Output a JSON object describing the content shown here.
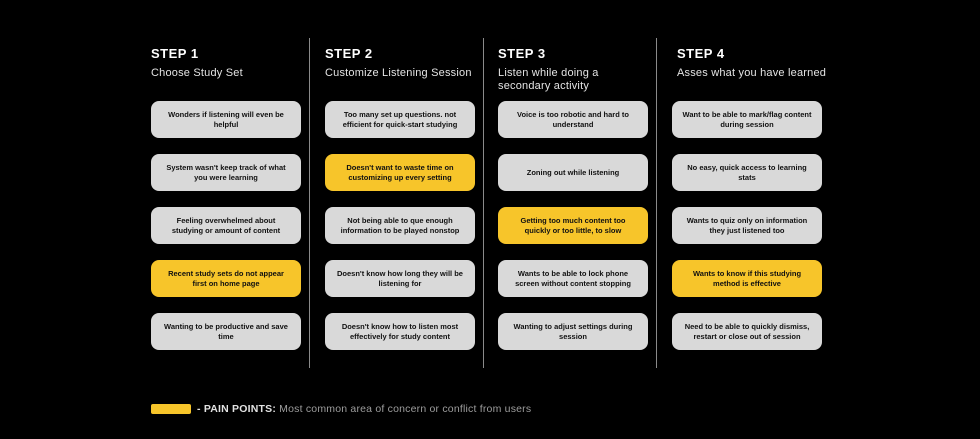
{
  "steps": [
    {
      "label": "STEP 1",
      "title": "Choose Study Set",
      "cards": [
        {
          "text": "Wonders if listening will even be helpful",
          "pain": false
        },
        {
          "text": "System wasn't keep track of what you were learning",
          "pain": false
        },
        {
          "text": "Feeling overwhelmed about studying or amount of content",
          "pain": false
        },
        {
          "text": "Recent study sets do not appear first on home page",
          "pain": true
        },
        {
          "text": "Wanting to be productive and save time",
          "pain": false
        }
      ]
    },
    {
      "label": "STEP 2",
      "title": "Customize Listening Session",
      "cards": [
        {
          "text": "Too many set up questions. not efficient for quick-start studying",
          "pain": false
        },
        {
          "text": "Doesn't want to waste time on customizing up every setting",
          "pain": true
        },
        {
          "text": "Not being able to que enough information to be played nonstop",
          "pain": false
        },
        {
          "text": "Doesn't know how long they will be listening for",
          "pain": false
        },
        {
          "text": "Doesn't know how to listen most effectively for study content",
          "pain": false
        }
      ]
    },
    {
      "label": "STEP 3",
      "title": "Listen while doing a secondary activity",
      "cards": [
        {
          "text": "Voice is too robotic and hard to understand",
          "pain": false
        },
        {
          "text": "Zoning out while listening",
          "pain": false
        },
        {
          "text": "Getting too much content too quickly or too little, to slow",
          "pain": true
        },
        {
          "text": "Wants to be able to lock phone screen without content stopping",
          "pain": false
        },
        {
          "text": "Wanting to adjust settings during session",
          "pain": false
        }
      ]
    },
    {
      "label": "STEP 4",
      "title": "Asses what you have learned",
      "cards": [
        {
          "text": "Want to be able to mark/flag content  during session",
          "pain": false
        },
        {
          "text": "No easy, quick access to learning stats",
          "pain": false
        },
        {
          "text": "Wants to quiz only on information they just listened too",
          "pain": false
        },
        {
          "text": "Wants to know if this studying method is effective",
          "pain": true
        },
        {
          "text": "Need to be able to quickly dismiss, restart or close out of session",
          "pain": false
        }
      ]
    }
  ],
  "legend": {
    "label": "- PAIN POINTS:",
    "text": "Most common area of concern or conflict from users",
    "color": "#f7c52a"
  }
}
